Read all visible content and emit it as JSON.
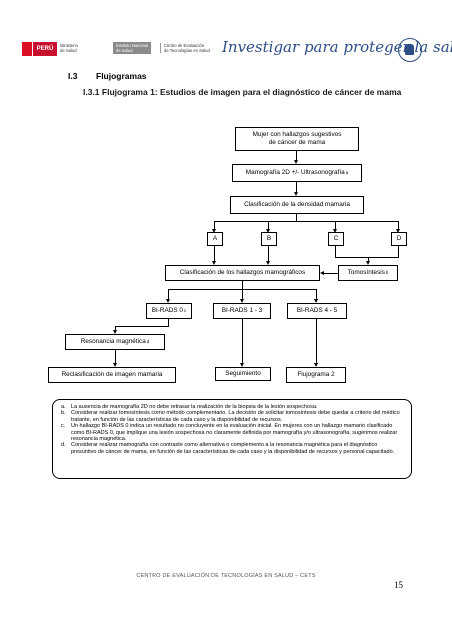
{
  "header": {
    "peru_label": "PERÚ",
    "ministry": [
      "Ministerio",
      "de Salud"
    ],
    "institute": [
      "Instituto Nacional",
      "de Salud"
    ],
    "center": [
      "Centro de Evaluación",
      "de Tecnologías en Salud"
    ],
    "slogan": "Investigar para proteger la salud"
  },
  "section": {
    "number": "I.3",
    "title": "Flujogramas"
  },
  "subsection": {
    "title": "I.3.1 Flujograma 1: Estudios de imagen para el diagnóstico de cáncer de mama"
  },
  "flow": {
    "start": [
      "Mujer con hallazgos sugestivos",
      "de cáncer de mama"
    ],
    "mammo": "Mamografía 2D +/- Ultrasonografía",
    "mammo_sup": "a",
    "density": "Clasificación de la densidad mamaria",
    "cat_a": "A",
    "cat_b": "B",
    "cat_c": "C",
    "cat_d": "D",
    "findings": "Clasificación de los hallazgos mamográficos",
    "tomo": "Tomosíntesis",
    "tomo_sup": "b",
    "birads0": "BI-RADS 0",
    "birads0_sup": "c",
    "birads13": "BI-RADS 1 - 3",
    "birads45": "BI-RADS 4 - 5",
    "mri": "Resonancia magnética",
    "mri_sup": "d",
    "reclass": "Reclasificación de imagen mamaria",
    "followup": "Seguimiento",
    "flow2": "Flujograma 2"
  },
  "notes": [
    {
      "label": "a.",
      "text": "La ausencia de mamografía 2D no debe retrasar la realización de la biopsia de la lesión sospechosa."
    },
    {
      "label": "b.",
      "text": "Considerar realizar tomosíntesis como método complementario. La decisión de solicitar tomosíntesis debe quedar a criterio del médico tratante, en función de las características de cada caso y la disponibilidad de recursos."
    },
    {
      "label": "c.",
      "text": "Un hallazgo BI-RADS 0 indica un resultado no concluyente en la evaluación inicial. En mujeres con un hallazgo mamario clasificado como BI-RADS 0, que implique una lesión sospechosa no claramente definida por mamografía y/o ultrasonografía, sugerimos realizar resonancia magnética."
    },
    {
      "label": "d.",
      "text": "Considerar realizar mamografía con contraste como alternativa o complemento a la resonancia magnética para el diagnóstico presuntivo de cáncer de mama, en función de las características de cada caso y la disponibilidad de recursos y personal capacitado."
    }
  ],
  "footer": {
    "center_text": "CENTRO DE EVALUACIÓN DE TECNOLOGÍAS EN SALUD – CETS",
    "page_number": "15"
  }
}
